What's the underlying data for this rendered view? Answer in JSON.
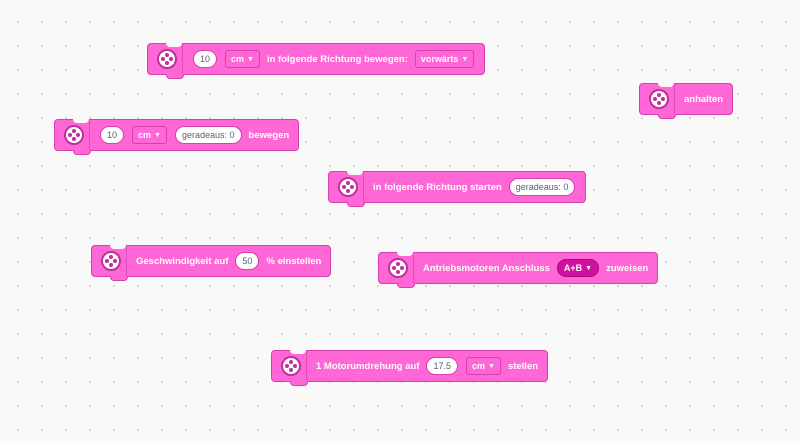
{
  "blocks": {
    "move_direction": {
      "distance_value": "10",
      "unit": "cm",
      "label": "in folgende Richtung bewegen:",
      "direction": "vorwärts"
    },
    "stop": {
      "label": "anhalten"
    },
    "move_steer": {
      "distance_value": "10",
      "unit": "cm",
      "steer": "geradeaus: 0",
      "label": "bewegen"
    },
    "start_direction": {
      "label": "in folgende Richtung starten",
      "steer": "geradeaus: 0"
    },
    "set_speed": {
      "label_pre": "Geschwindigkeit auf",
      "value": "50",
      "label_post": "% einstellen"
    },
    "assign_ports": {
      "label_pre": "Antriebsmotoren Anschluss",
      "ports": "A+B",
      "label_post": "zuweisen"
    },
    "set_rotation": {
      "label_pre": "1 Motorumdrehung auf",
      "value": "17.5",
      "unit": "cm",
      "label_post": "stellen"
    }
  },
  "icons": {
    "block_icon": "motor-icon",
    "dropdown_caret": "caret-down-icon"
  },
  "colors": {
    "block": "#ff66d6",
    "block_border": "#d63fb0",
    "dropdown_dark": "#d1119e",
    "canvas": "#f9f9f9"
  }
}
